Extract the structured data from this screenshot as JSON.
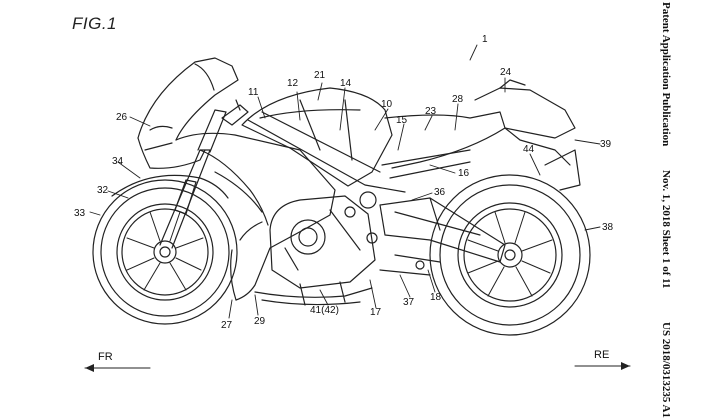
{
  "figure": {
    "title": "FIG.1"
  },
  "header": {
    "publication": "Patent Application Publication",
    "date_sheet": "Nov. 1, 2018   Sheet 1 of 11",
    "number": "US 2018/0313235 A1"
  },
  "directions": {
    "front": "FR",
    "rear": "RE"
  },
  "ref_numerals": [
    "1",
    "10",
    "11",
    "12",
    "14",
    "15",
    "16",
    "17",
    "18",
    "21",
    "23",
    "24",
    "26",
    "27",
    "28",
    "29",
    "32",
    "33",
    "34",
    "36",
    "37",
    "38",
    "39",
    "41(42)",
    "44"
  ]
}
